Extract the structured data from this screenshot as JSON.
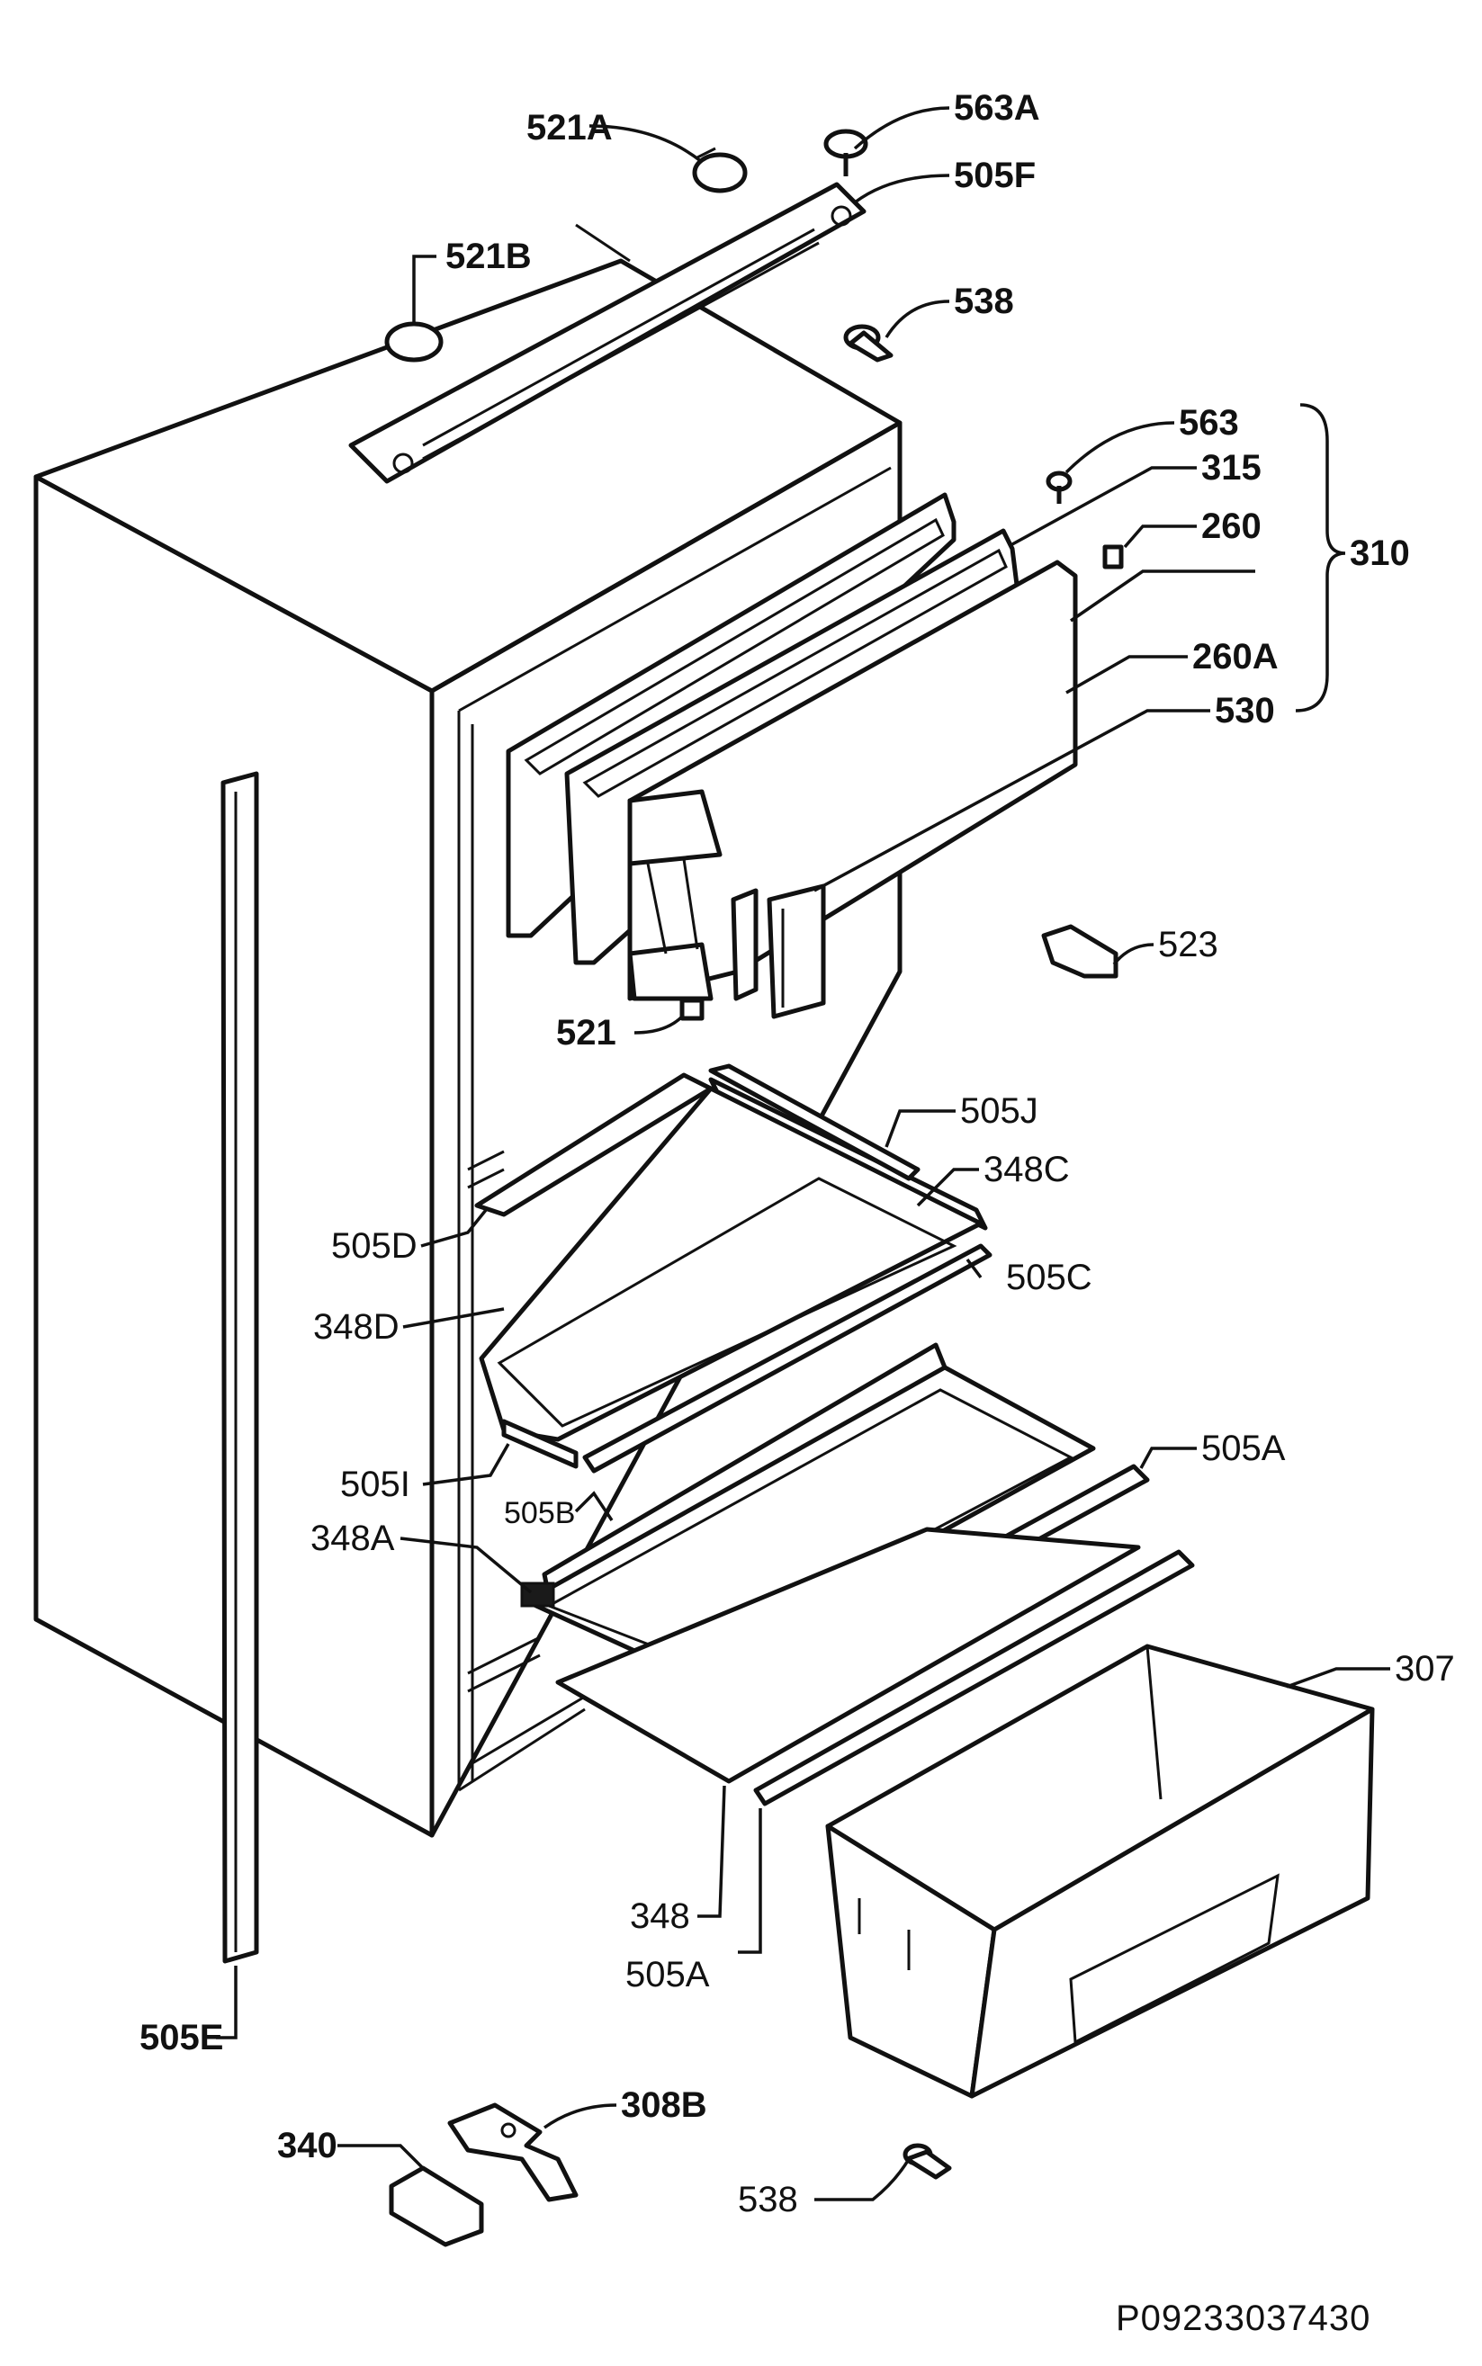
{
  "labels": {
    "l521A": "521A",
    "l563A": "563A",
    "l505F": "505F",
    "l521B": "521B",
    "l538top": "538",
    "l563": "563",
    "l315": "315",
    "l260": "260",
    "l310": "310",
    "l260A": "260A",
    "l530": "530",
    "l523": "523",
    "l521": "521",
    "l505J": "505J",
    "l348C": "348C",
    "l505D": "505D",
    "l505C": "505C",
    "l348D": "348D",
    "l505A_right": "505A",
    "l505I": "505I",
    "l505B": "505B",
    "l348A": "348A",
    "l307": "307",
    "l348": "348",
    "l505A_bottom": "505A",
    "l505E": "505E",
    "l308B": "308B",
    "l340": "340",
    "l538bottom": "538"
  },
  "diagram_code": "P09233037430"
}
